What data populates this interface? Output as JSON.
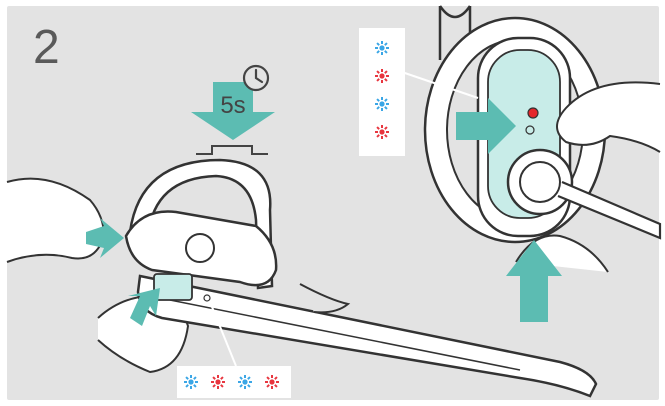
{
  "step": {
    "number": "2"
  },
  "timer": {
    "label": "5s",
    "icon": "clock-icon"
  },
  "colors": {
    "background": "#e3e3e3",
    "accent_teal": "#5cbcb2",
    "led_blue": "#3aa6e6",
    "led_red": "#e8363f",
    "led_dot": "#e5262a"
  },
  "led_sequences": {
    "vertical": [
      "blue",
      "red",
      "blue",
      "red"
    ],
    "horizontal": [
      "blue",
      "red",
      "blue",
      "red"
    ]
  }
}
